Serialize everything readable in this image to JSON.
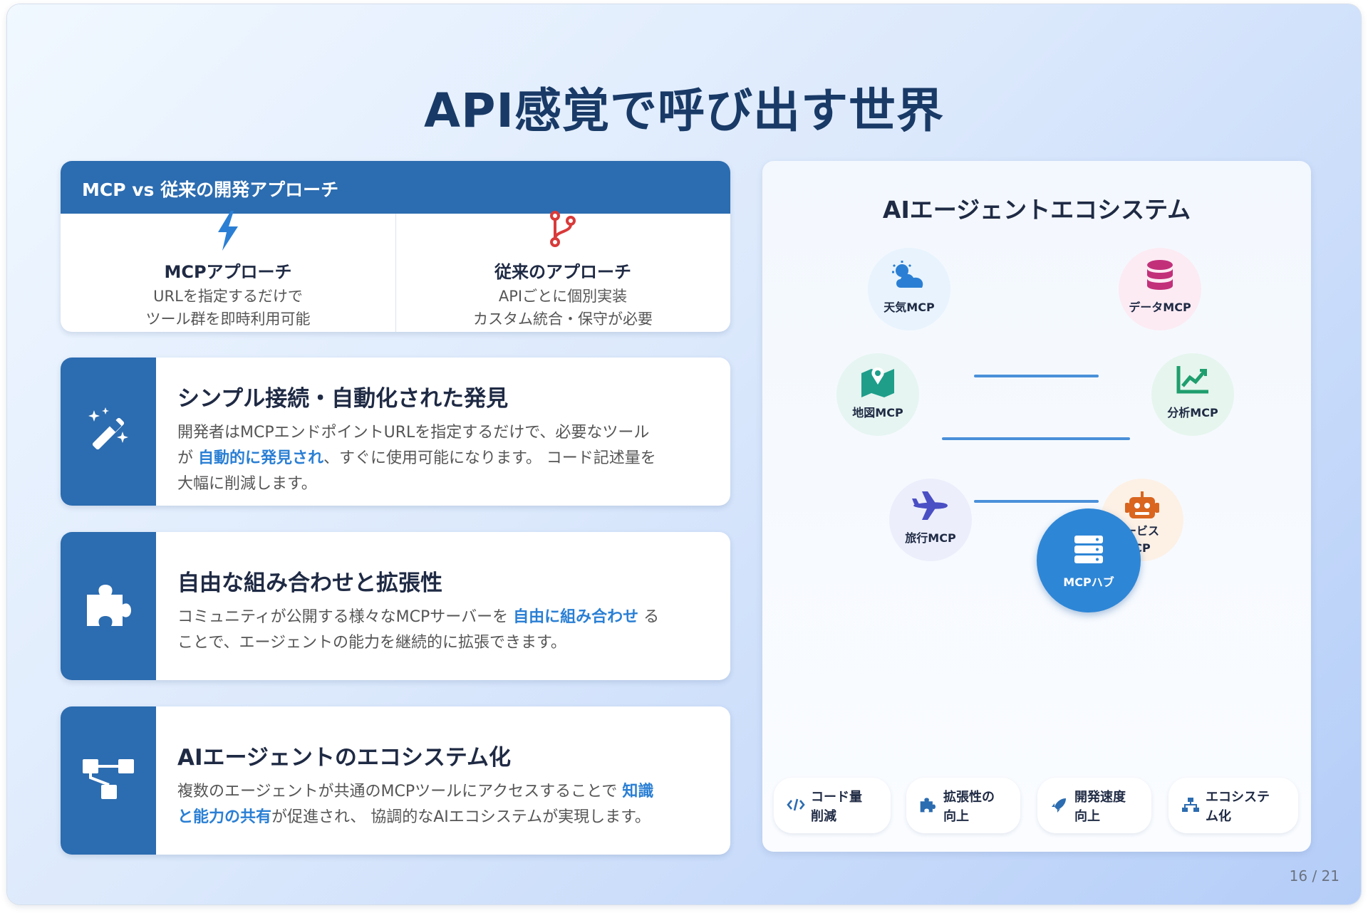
{
  "slide": {
    "title": "API感覚で呼び出す世界",
    "page_number": "16 / 21"
  },
  "comparison": {
    "header": "MCP vs 従来の開発アプローチ",
    "left": {
      "icon": "bolt-icon",
      "title": "MCPアプローチ",
      "line1": "URLを指定するだけで",
      "line2": "ツール群を即時利用可能"
    },
    "right": {
      "icon": "branch-icon",
      "title": "従来のアプローチ",
      "line1": "APIごとに個別実装",
      "line2": "カスタム統合・保守が必要"
    }
  },
  "features": [
    {
      "icon": "magic-wand-icon",
      "title": "シンプル接続・自動化された発見",
      "body_line1": "開発者はMCPエンドポイントURLを指定するだけで、必要なツール",
      "body_pre": "が ",
      "body_highlight": "自動的に発見され",
      "body_post": "、すぐに使用可能になります。 コード記述量を",
      "body_line3": "大幅に削減します。"
    },
    {
      "icon": "puzzle-icon",
      "title": "自由な組み合わせと拡張性",
      "body_pre": "コミュニティが公開する様々なMCPサーバーを ",
      "body_highlight": "自由に組み合わせ",
      "body_post": " る",
      "body_line2": "ことで、エージェントの能力を継続的に拡張できます。"
    },
    {
      "icon": "sitemap-icon",
      "title": "AIエージェントのエコシステム化",
      "body_pre": "複数のエージェントが共通のMCPツールにアクセスすることで ",
      "body_highlight1": "知識",
      "body_highlight2": "と能力の共有",
      "body_post": "が促進され、 協調的なAIエコシステムが実現します。"
    }
  ],
  "ecosystem": {
    "title": "AIエージェントエコシステム",
    "nodes": [
      {
        "label": "天気MCP",
        "icon": "cloud-sun-icon",
        "color": "#2a7fd4"
      },
      {
        "label": "データMCP",
        "icon": "database-icon",
        "color": "#c2307a"
      },
      {
        "label": "地図MCP",
        "icon": "map-icon",
        "color": "#1f9e8a"
      },
      {
        "label": "分析MCP",
        "icon": "chart-line-icon",
        "color": "#1f9e6e"
      },
      {
        "label": "旅行MCP",
        "icon": "plane-icon",
        "color": "#4b4fc4"
      },
      {
        "label": "ービス\nCP",
        "icon": "robot-icon",
        "color": "#d9651f"
      }
    ],
    "hub": {
      "label": "MCPハブ",
      "icon": "server-icon",
      "color": "#2e86d6"
    },
    "benefits": [
      {
        "icon": "code-icon",
        "line1": "コード量",
        "line2": "削減"
      },
      {
        "icon": "puzzle-icon",
        "line1": "拡張性の",
        "line2": "向上"
      },
      {
        "icon": "rocket-icon",
        "line1": "開発速度",
        "line2": "向上"
      },
      {
        "icon": "network-icon",
        "line1": "エコシステ",
        "line2": "ム化"
      }
    ]
  },
  "colors": {
    "accent": "#2c6cb0",
    "highlight": "#2a7fd4",
    "title": "#193a66"
  }
}
